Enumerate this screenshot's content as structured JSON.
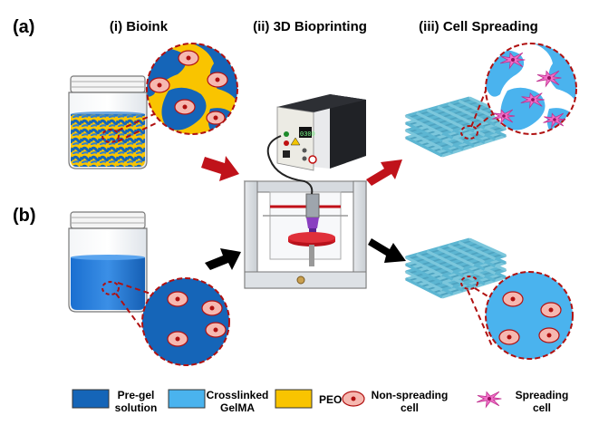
{
  "panel_labels": {
    "a": "(a)",
    "b": "(b)"
  },
  "stage_titles": {
    "bioink": "(i) Bioink",
    "bioprinting": "(ii) 3D Bioprinting",
    "spreading": "(iii) Cell Spreading"
  },
  "printer_display": "0300",
  "legend": [
    {
      "line1": "Pre-gel",
      "line2": "solution",
      "color": "#1565b8"
    },
    {
      "line1": "Crosslinked",
      "line2": "GelMA",
      "color": "#4ab3ee"
    },
    {
      "line1": "PEO",
      "line2": "",
      "color": "#f9c400"
    },
    {
      "line1": "Non-spreading",
      "line2": "cell",
      "color": "#f6b8b0"
    },
    {
      "line1": "Spreading",
      "line2": "cell",
      "color": "#f070c8"
    }
  ],
  "colors": {
    "pregel": "#1565b8",
    "gelma": "#4ab3ee",
    "peo": "#f9c400",
    "arrow_red": "#c0121a",
    "arrow_black": "#000000",
    "dash": "#b01010"
  }
}
